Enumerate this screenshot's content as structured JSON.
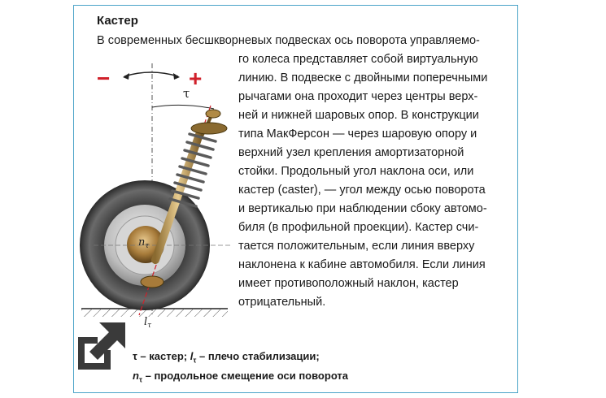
{
  "title": "Кастер",
  "body_lines": [
    "В современных бесшкворневых подвесках ось поворота управляемо-",
    "го колеса представляет собой виртуальную",
    "линию. В подвеске с двойными поперечными",
    "рычагами она проходит через центры верх-",
    "ней и нижней шаровых опор. В конструкции",
    "типа МакФерсон — через шаровую опору и",
    "верхний узел крепления амортизаторной",
    "стойки. Продольный угол наклона оси, или",
    "кастер (caster), — угол между осью поворота",
    "и вертикалью при наблюдении сбоку автомо-",
    "биля (в профильной проекции). Кастер счи-",
    "тается положительным, если линия вверху",
    "наклонена к кабине автомобиля. Если линия",
    "имеет противоположный наклон, кастер",
    "отрицательный."
  ],
  "illustration": {
    "minus_sign": "−",
    "plus_sign": "+",
    "tau_label": "τ",
    "n_label": "n",
    "n_sub": "τ",
    "l_label": "l",
    "l_sub": "τ",
    "accent_color": "#d0202a",
    "frame_color": "#4aa3c8"
  },
  "caption": {
    "line1": {
      "tau": "τ",
      "text_a": " – кастер; ",
      "l": "l",
      "l_sub": "τ",
      "text_b": " – плечо стабилизации;"
    },
    "line2": {
      "n": "n",
      "n_sub": "τ",
      "text": " – продольное смещение оси поворота"
    }
  }
}
